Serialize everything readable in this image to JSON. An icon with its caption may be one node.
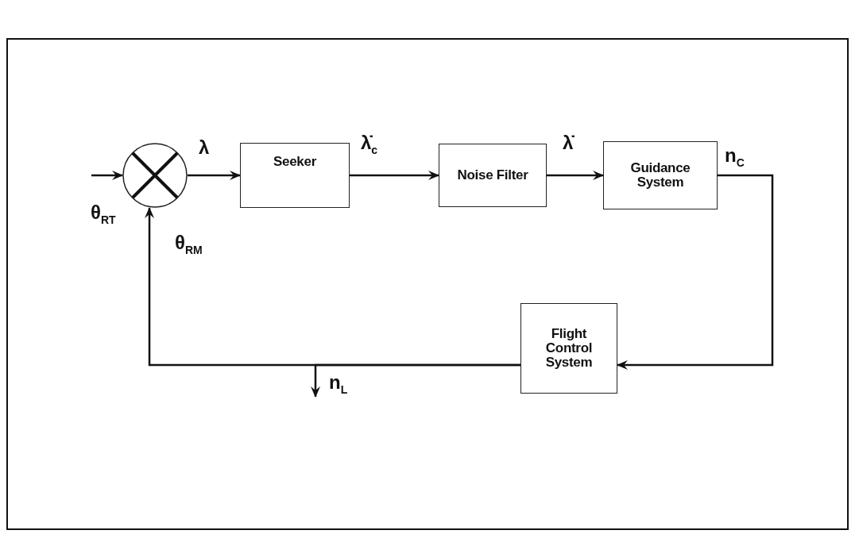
{
  "diagram": {
    "nodes": [
      {
        "text": [],
        "shape": "circle"
      },
      {
        "text": [
          "Seeker"
        ]
      },
      {
        "text": [
          "Noise Filter"
        ]
      },
      {
        "text": [
          "Guidance System"
        ]
      },
      {
        "text": [
          "Flight Control System"
        ]
      }
    ],
    "edges": [
      {
        "from": null,
        "to": 0,
        "arrow": "to",
        "label": "θ$_{RT}$"
      },
      {
        "from": 0,
        "to": 1,
        "arrow": "to",
        "label": "λ"
      },
      {
        "from": 1,
        "to": 2,
        "arrow": "to",
        "label": "λ̇$_{c}$"
      },
      {
        "from": 2,
        "to": 3,
        "arrow": "to",
        "label": "λ̇"
      },
      {
        "from": 3,
        "to": 4,
        "arrow": "to",
        "label": "n$_{C}$"
      },
      {
        "from": 4,
        "to": 0,
        "arrow": "to",
        "label": "θ$_{RM}$"
      },
      {
        "from": 4,
        "to": null,
        "arrow": "to",
        "label": "n$_{L}$"
      }
    ]
  }
}
